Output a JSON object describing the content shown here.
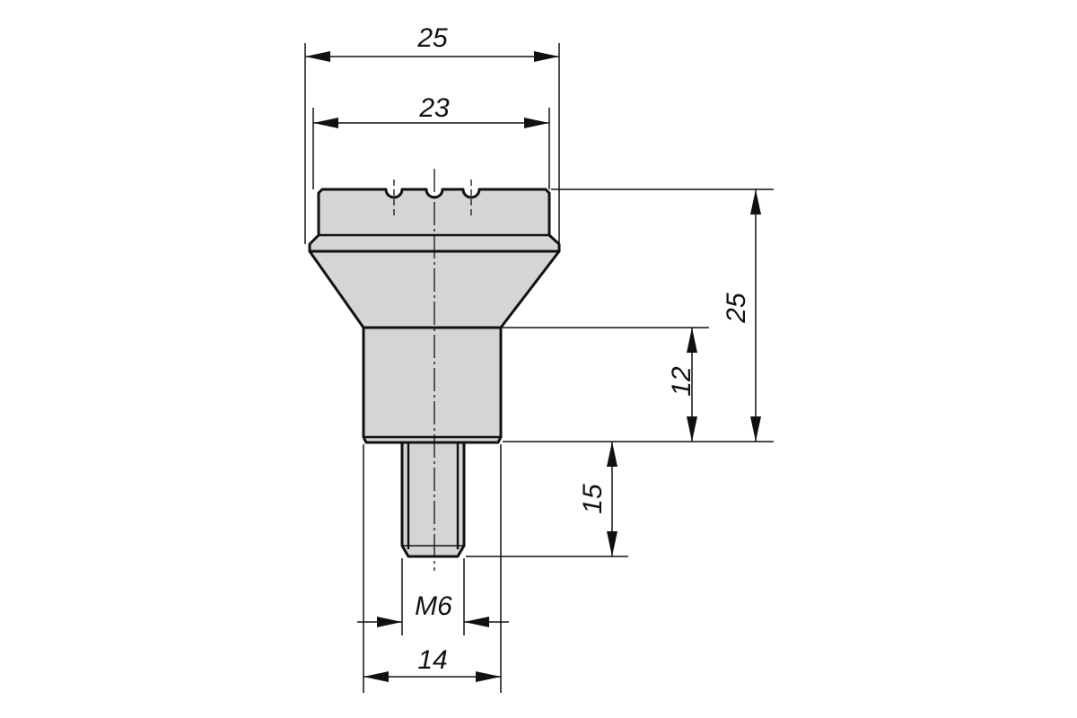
{
  "dimensions": {
    "overall_width": "25",
    "top_width": "23",
    "overall_height": "25",
    "collar_height": "12",
    "thread_length": "15",
    "thread": "M6",
    "collar_diameter": "14"
  },
  "colors": {
    "part_fill": "#d5d5d5",
    "line": "#111111",
    "background": "#ffffff"
  }
}
